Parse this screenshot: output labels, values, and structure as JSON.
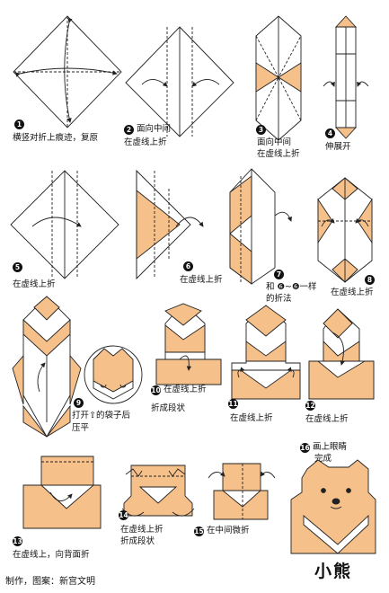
{
  "colors": {
    "paper": "#f6c08a",
    "line": "#222222",
    "back": "#ffffff"
  },
  "steps": [
    {
      "num": "1",
      "text": "横竖对折上痕迹，复原"
    },
    {
      "num": "2",
      "text": "面向中间",
      "text2": "在虚线上折"
    },
    {
      "num": "3",
      "text": "面向中间",
      "text2": "在虚线上折"
    },
    {
      "num": "4",
      "text": "伸展开"
    },
    {
      "num": "5",
      "text": "在虚线上折"
    },
    {
      "num": "6",
      "text": "在虚线上折"
    },
    {
      "num": "7",
      "text": "和 ❻~❻一样",
      "text2": "的折法"
    },
    {
      "num": "8",
      "text": "在虚线上折"
    },
    {
      "num": "9",
      "text": "打开⇧的袋子后",
      "text2": "压平"
    },
    {
      "num": "10",
      "text": "在虚线上折",
      "text2": "折成段状"
    },
    {
      "num": "11",
      "text": "在虚线上折"
    },
    {
      "num": "12",
      "text": "在虚线上折"
    },
    {
      "num": "13",
      "text": "在虚线上，向背面折"
    },
    {
      "num": "14",
      "text": "在虚线上折",
      "text2": "折成段状"
    },
    {
      "num": "15",
      "text": "在中间微折"
    },
    {
      "num": "16",
      "text": "画上眼睛",
      "text2": "完成"
    }
  ],
  "credit": "制作，图案：新宫文明",
  "title": "小熊"
}
